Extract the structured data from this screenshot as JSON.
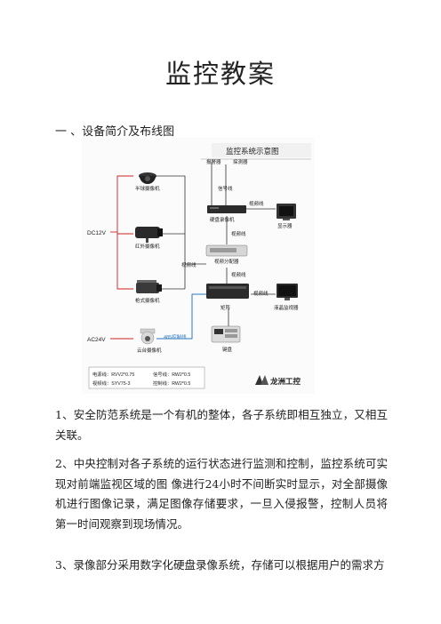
{
  "title": "监控教案",
  "section_heading": "一 、设备简介及布线图",
  "diagram": {
    "title": "监控系统示意图",
    "power_labels": {
      "dc": "DC12V",
      "ac": "AC24V"
    },
    "cameras": [
      "半球摄像机",
      "红外摄像机",
      "枪式摄像机",
      "云台摄像机"
    ],
    "rs485_label": "485控制线",
    "sensors": [
      "报警器",
      "探测器"
    ],
    "line_labels": {
      "signal": "信号线",
      "video": "视频线"
    },
    "devices": {
      "dvr": "硬盘录像机",
      "splitter": "视频分配器",
      "matrix": "矩阵",
      "keyboard": "键盘",
      "monitor": "显示器",
      "lcd": "液晶监视器"
    },
    "legend": [
      "电源线：RVV2*0.75",
      "信号线：RW2*0.5",
      "视频线：SYV75-3",
      "控制线：RW2*0.5"
    ],
    "logo_text": "龙洲工控"
  },
  "paragraphs": [
    "1、安全防范系统是一个有机的整体，各子系统即相互独立，又相互关联。",
    "2、中央控制对各子系统的运行状态进行监测和控制，监控系统可实现对前端监视区域的图 像进行24小时不间断实时显示，对全部摄像机进行图像记录，满足图像存储要求，一旦入侵报警，控制人员将第一时间观察到现场情况。",
    "3、录像部分采用数字化硬盘录像系统，存储可以根据用户的需求方"
  ]
}
